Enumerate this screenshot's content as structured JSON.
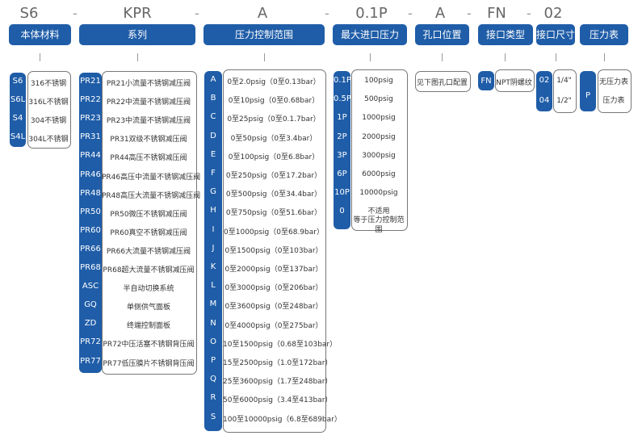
{
  "segments": [
    "S6",
    "KPR",
    "A",
    "0.1P",
    "A",
    "FN",
    "02"
  ],
  "dash": "-",
  "headers": [
    "本体材料",
    "系列",
    "压力控制范围",
    "最大进口压力",
    "孔口位置",
    "接口类型",
    "接口尺寸",
    "压力表"
  ],
  "material": {
    "codes": [
      "S6",
      "S6L",
      "S4",
      "S4L"
    ],
    "descs": [
      "316不锈钢",
      "316L不锈钢",
      "304不锈钢",
      "304L不锈钢"
    ]
  },
  "series": {
    "codes": [
      "PR21",
      "PR22",
      "PR23",
      "PR31",
      "PR44",
      "PR46",
      "PR48",
      "PR50",
      "PR60",
      "PR66",
      "PR68",
      "ASC",
      "GQ",
      "ZD",
      "PR72",
      "PR77"
    ],
    "descs": [
      "PR21小流量不锈钢减压阀",
      "PR22中流量不锈钢减压阀",
      "PR23中流量不锈钢减压阀",
      "PR31双级不锈钢减压阀",
      "PR44高压不锈钢减压阀",
      "PR46高压中流量不锈钢减压阀",
      "PR48高压大流量不锈钢减压阀",
      "PR50微压不锈钢减压阀",
      "PR60真空不锈钢减压阀",
      "PR66大流量不锈钢减压阀",
      "PR68超大流量不锈钢减压阀",
      "半自动切换系统",
      "单侧供气面板",
      "终端控制面板",
      "PR72中压活塞不锈钢背压阀",
      "PR77低压膜片不锈钢背压阀"
    ]
  },
  "pressure": {
    "codes": [
      "A",
      "B",
      "C",
      "D",
      "E",
      "F",
      "G",
      "H",
      "I",
      "J",
      "K",
      "L",
      "M",
      "N",
      "O",
      "P",
      "Q",
      "R",
      "S"
    ],
    "descs": [
      "0至2.0psig（0至0.13bar）",
      "0至10psig（0至0.68bar）",
      "0至25psig（0至0.1.7bar）",
      "0至50psig（0至3.4bar）",
      "0至100psig（0至6.8bar）",
      "0至250psig（0至17.2bar）",
      "0至500psig（0至34.4bar）",
      "0至750psig（0至51.6bar）",
      "0至1000psig（0至68.9bar）",
      "0至1500psig（0至103bar）",
      "0至2000psig（0至137bar）",
      "0至3000psig（0至206bar）",
      "0至3600psig（0至248bar）",
      "0至4000psig（0至275bar）",
      "10至1500psig（0.68至103bar）",
      "15至2500psig（1.0至172bar）",
      "25至3600psig（1.7至248bar）",
      "50至6000psig（3.4至413bar）",
      "100至10000psig（6.8至689bar）"
    ]
  },
  "inlet": {
    "codes": [
      "0.1P",
      "0.5P",
      "1P",
      "2P",
      "3P",
      "6P",
      "10P",
      "0"
    ],
    "descs": [
      "100psig",
      "500psig",
      "1000psig",
      "2000psig",
      "3000psig",
      "6000psig",
      "10000psig"
    ],
    "last_desc_line1": "不适用",
    "last_desc_line2": "等于压力控制范围"
  },
  "port": {
    "desc": "见下图孔口配置"
  },
  "connection": {
    "code": "FN",
    "desc": "NPT阴螺纹"
  },
  "size": {
    "codes": [
      "02",
      "04"
    ],
    "descs": [
      "1/4\"",
      "1/2\""
    ]
  },
  "gauge": {
    "code": "P",
    "descs": [
      "无压力表",
      "压力表"
    ]
  }
}
